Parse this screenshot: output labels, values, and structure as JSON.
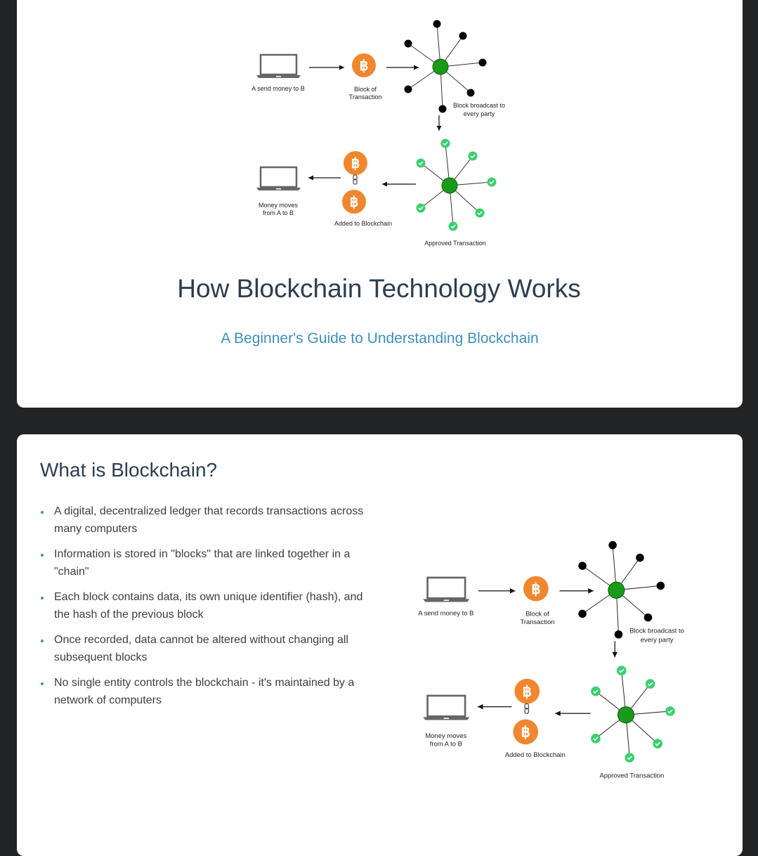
{
  "hero": {
    "title": "How Blockchain Technology Works",
    "subtitle": "A Beginner's Guide to Understanding Blockchain"
  },
  "section": {
    "heading": "What is Blockchain?",
    "bullets": [
      "A digital, decentralized ledger that records transactions across many computers",
      "Information is stored in \"blocks\" that are linked together in a \"chain\"",
      "Each block contains data, its own unique identifier (hash), and the hash of the previous block",
      "Once recorded, data cannot be altered without changing all subsequent blocks",
      "No single entity controls the blockchain - it's maintained by a network of computers"
    ]
  },
  "diagram": {
    "labels": {
      "sender": "A send money to B",
      "block_line1": "Block of",
      "block_line2": "Transaction",
      "broadcast_line1": "Block broadcast to",
      "broadcast_line2": "every party",
      "receiver_line1": "Money moves",
      "receiver_line2": "from A to B",
      "added": "Added to Blockchain",
      "approved": "Approved Transaction"
    },
    "colors": {
      "bitcoin": "#f0872f",
      "hub": "#1a9a1a",
      "check": "#3ccf6e",
      "node": "#000000"
    }
  }
}
